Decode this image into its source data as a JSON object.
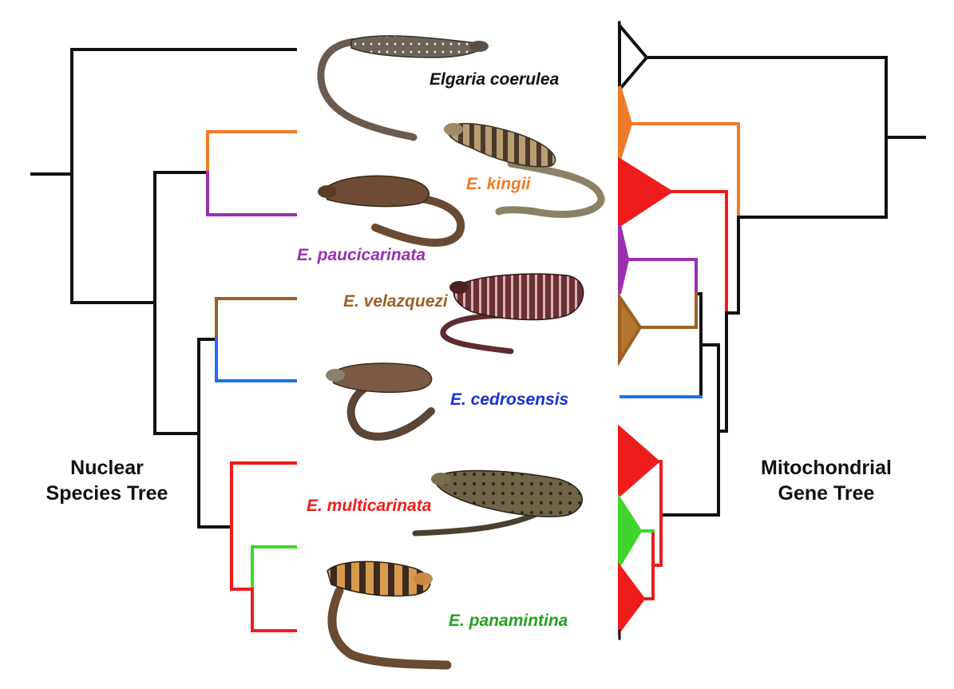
{
  "left_tree": {
    "title_line1": "Nuclear",
    "title_line2": "Species Tree"
  },
  "right_tree": {
    "title_line1": "Mitochondrial",
    "title_line2": "Gene Tree"
  },
  "species": [
    {
      "label": "Elgaria coerulea",
      "color": "#111111"
    },
    {
      "label": "E. kingii",
      "color": "#f07a28"
    },
    {
      "label": "E. paucicarinata",
      "color": "#9a2fb0"
    },
    {
      "label": "E. velazquezi",
      "color": "#9b6023"
    },
    {
      "label": "E. cedrosensis",
      "color": "#1b2fd6"
    },
    {
      "label": "E. multicarinata",
      "color": "#ee1c1c"
    },
    {
      "label": "E. panamintina",
      "color": "#23a21f"
    }
  ],
  "colors": {
    "black": "#111111",
    "orange": "#f07a28",
    "purple": "#9a2fb0",
    "brown": "#9b6023",
    "blue": "#1e6ff0",
    "red": "#ee1c1c",
    "green": "#3fd52c"
  },
  "icons": [
    "lizard-elgaria-coerulea",
    "lizard-kingii",
    "lizard-paucicarinata",
    "lizard-velazquezi",
    "lizard-cedrosensis",
    "lizard-multicarinata",
    "lizard-panamintina"
  ]
}
